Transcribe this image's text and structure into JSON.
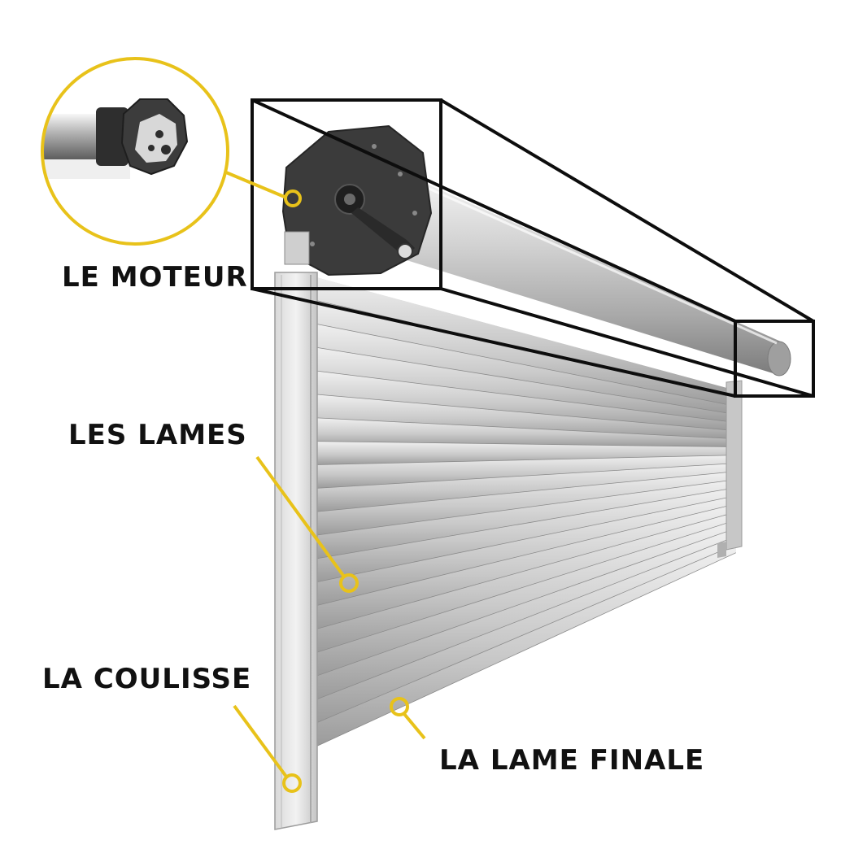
{
  "labels": {
    "moteur": "LE MOTEUR",
    "lames": "LES LAMES",
    "coulisse": "LA COULISSE",
    "lame_finale": "LA LAME FINALE"
  },
  "colors": {
    "accent": "#e8c21a",
    "outline": "#0d0d0d",
    "shutter_light": "#e4e4e4",
    "shutter_mid": "#bdbdbd",
    "shutter_dark": "#8e8e8e",
    "end_plate": "#3a3a3a",
    "text": "#111111"
  },
  "icons": {
    "motor_detail": "tubular-motor-icon",
    "callout_marker": "yellow-ring-marker"
  }
}
